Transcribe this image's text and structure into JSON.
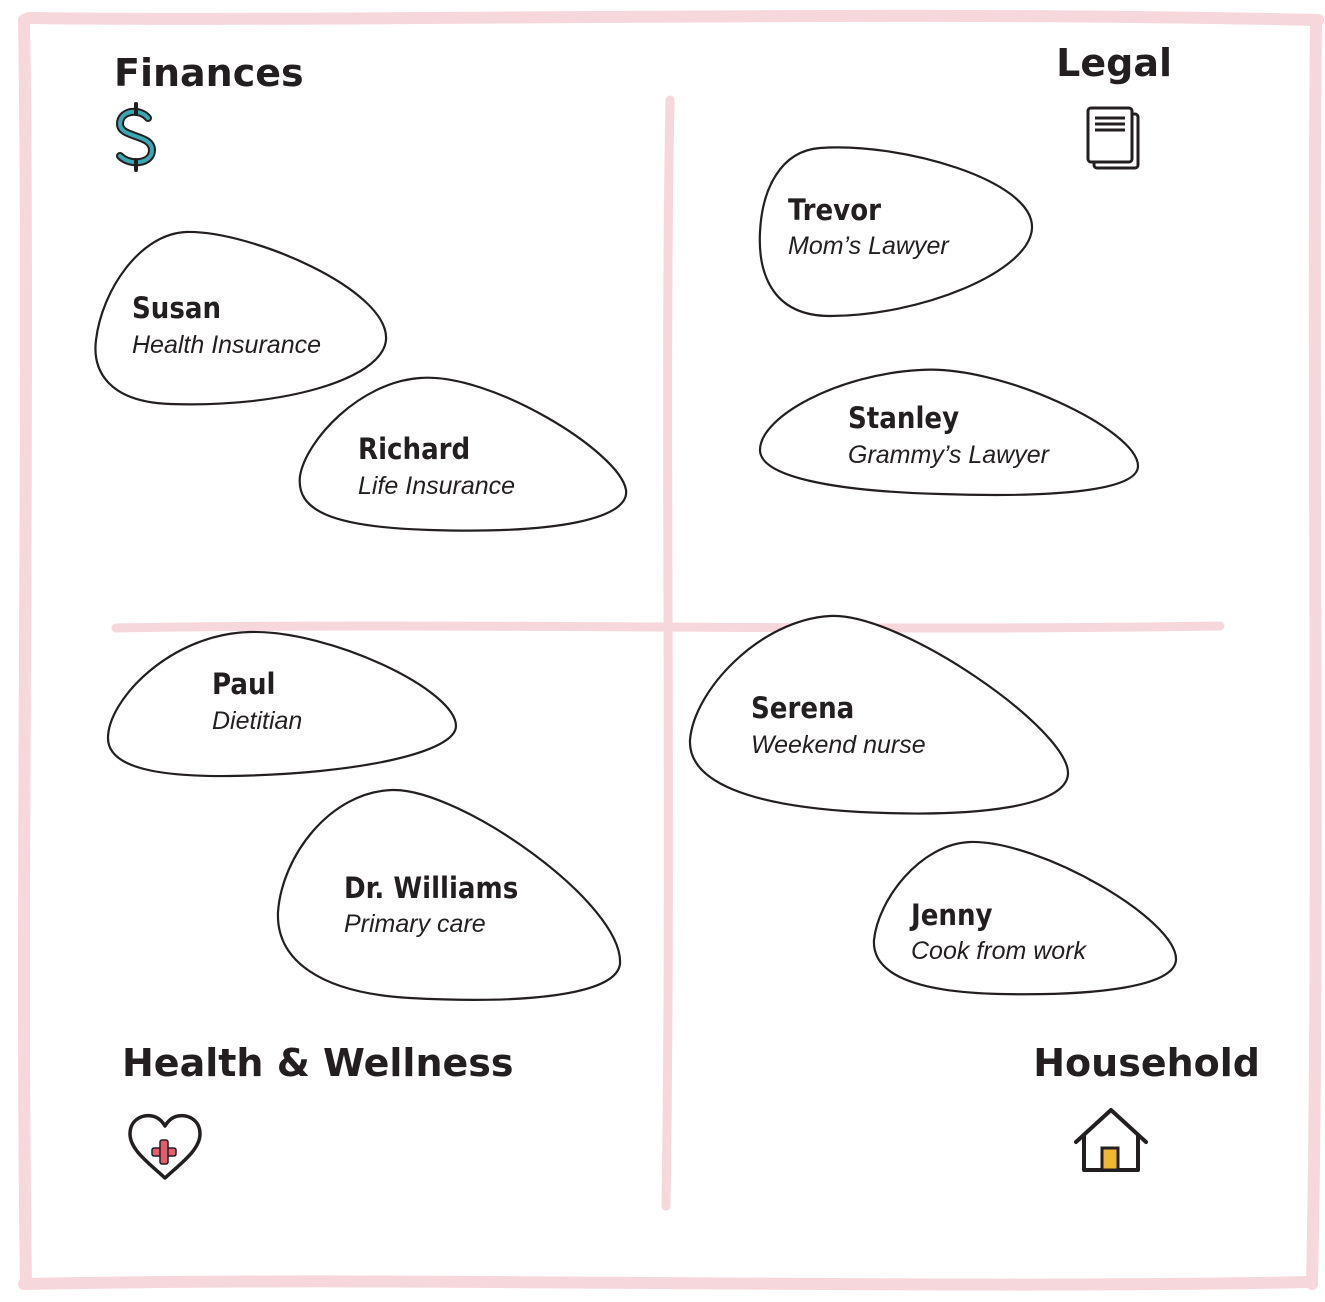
{
  "colors": {
    "frame": "#f6d7dc",
    "ink": "#231f20",
    "dollar": "#3aa7b3",
    "heart_cross": "#e25d6d",
    "house_door": "#f2b632"
  },
  "quadrants": {
    "finances": {
      "title": "Finances",
      "icon": "dollar-icon"
    },
    "legal": {
      "title": "Legal",
      "icon": "document-icon"
    },
    "health": {
      "title": "Health & Wellness",
      "icon": "heart-plus-icon"
    },
    "household": {
      "title": "Household",
      "icon": "house-icon"
    }
  },
  "people": [
    {
      "name": "Susan",
      "role": "Health Insurance"
    },
    {
      "name": "Richard",
      "role": "Life Insurance"
    },
    {
      "name": "Trevor",
      "role": "Mom’s Lawyer"
    },
    {
      "name": "Stanley",
      "role": "Grammy’s Lawyer"
    },
    {
      "name": "Paul",
      "role": "Dietitian"
    },
    {
      "name": "Dr. Williams",
      "role": "Primary care"
    },
    {
      "name": "Serena",
      "role": "Weekend nurse"
    },
    {
      "name": "Jenny",
      "role": "Cook from work"
    }
  ]
}
